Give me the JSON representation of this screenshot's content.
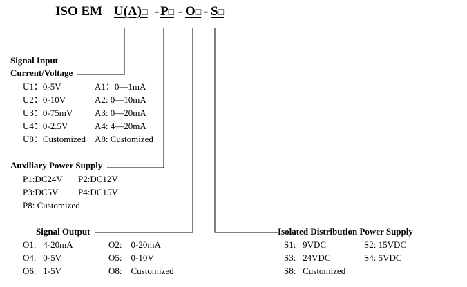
{
  "model_code": {
    "prefix": "ISO EM",
    "part1": "U(A)",
    "part2": "P",
    "part3": "O",
    "part4": "S",
    "box": "□",
    "sep": "-"
  },
  "signal_input": {
    "title1": "Signal Input",
    "title2": "Current/Voltage",
    "col1": [
      "U1：0-5V",
      "U2：0-10V",
      "U3：0-75mV",
      "U4：0-2.5V",
      "U8：Customized"
    ],
    "col2": [
      "A1：0—1mA",
      "A2: 0—10mA",
      "A3: 0—20mA",
      "A4: 4—20mA",
      "A8: Customized"
    ]
  },
  "aux_power": {
    "title": "Auxiliary Power Supply",
    "col1": [
      "P1:DC24V",
      "P3:DC5V",
      "P8: Customized"
    ],
    "col2": [
      "P2:DC12V",
      "P4:DC15V"
    ]
  },
  "signal_output": {
    "title": "Signal Output",
    "col1": [
      "O1:   4-20mA",
      "O4:   0-5V",
      "O6:   1-5V"
    ],
    "col2": [
      "O2:    0-20mA",
      "O5:    0-10V",
      "O8:    Customized"
    ]
  },
  "isolated_power": {
    "title": "Isolated Distribution Power Supply",
    "col1": [
      "S1:   9VDC",
      "S3:   24VDC",
      "S8:   Customized"
    ],
    "col2": [
      "S2: 15VDC",
      "S4: 5VDC"
    ]
  }
}
